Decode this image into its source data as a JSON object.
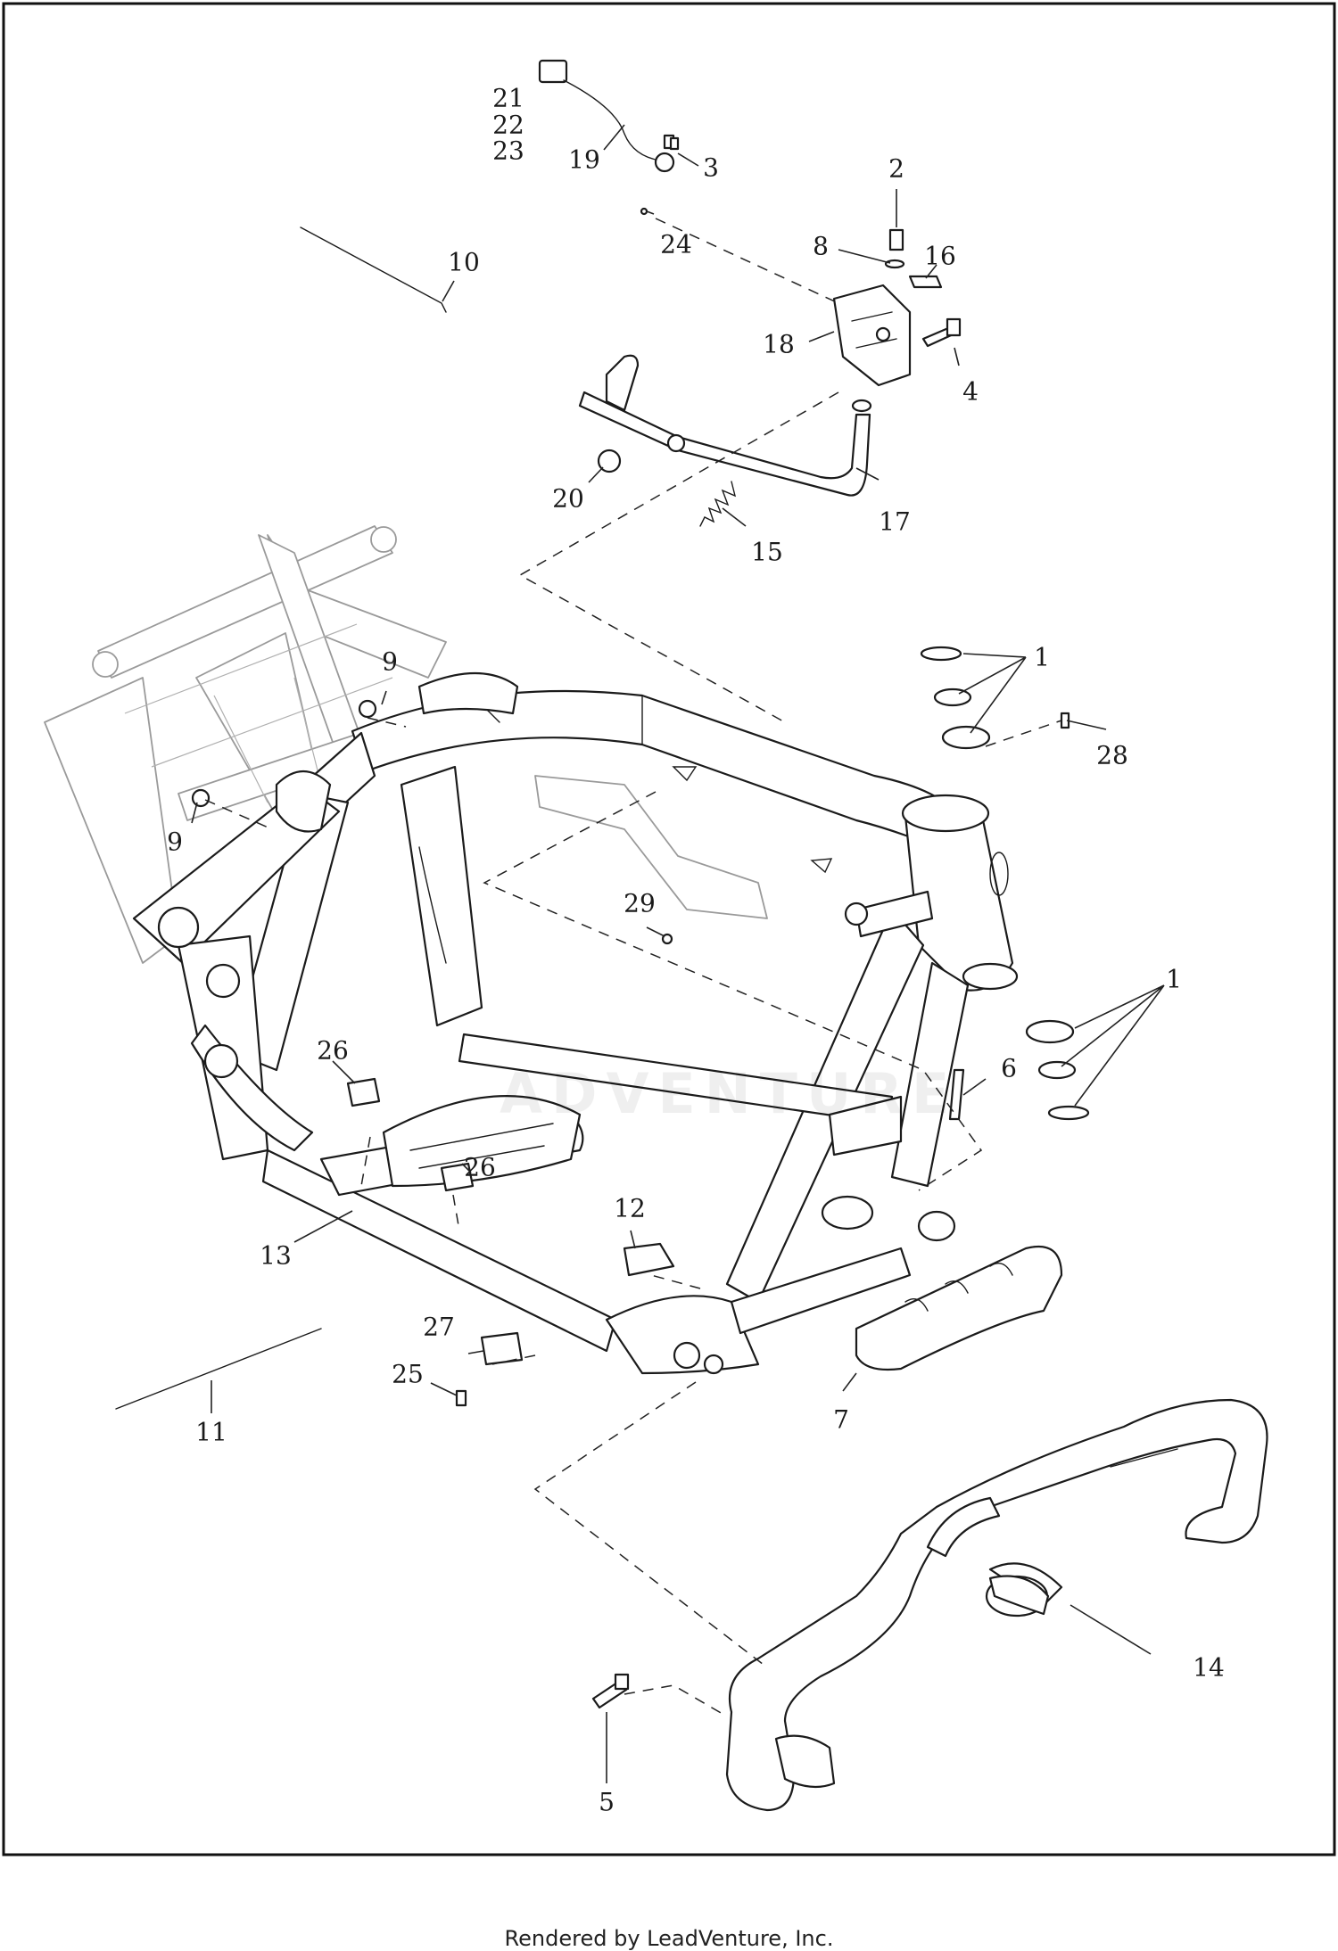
{
  "callouts": [
    {
      "id": "1a",
      "text": "1"
    },
    {
      "id": "1b",
      "text": "1"
    },
    {
      "id": "2",
      "text": "2"
    },
    {
      "id": "3",
      "text": "3"
    },
    {
      "id": "4",
      "text": "4"
    },
    {
      "id": "5",
      "text": "5"
    },
    {
      "id": "6",
      "text": "6"
    },
    {
      "id": "7",
      "text": "7"
    },
    {
      "id": "8",
      "text": "8"
    },
    {
      "id": "9a",
      "text": "9"
    },
    {
      "id": "9b",
      "text": "9"
    },
    {
      "id": "10",
      "text": "10"
    },
    {
      "id": "11",
      "text": "11"
    },
    {
      "id": "12",
      "text": "12"
    },
    {
      "id": "13",
      "text": "13"
    },
    {
      "id": "14",
      "text": "14"
    },
    {
      "id": "15",
      "text": "15"
    },
    {
      "id": "16",
      "text": "16"
    },
    {
      "id": "17",
      "text": "17"
    },
    {
      "id": "18",
      "text": "18"
    },
    {
      "id": "19",
      "text": "19"
    },
    {
      "id": "20",
      "text": "20"
    },
    {
      "id": "21",
      "text": "21"
    },
    {
      "id": "22",
      "text": "22"
    },
    {
      "id": "23",
      "text": "23"
    },
    {
      "id": "24",
      "text": "24"
    },
    {
      "id": "25",
      "text": "25"
    },
    {
      "id": "26a",
      "text": "26"
    },
    {
      "id": "26b",
      "text": "26"
    },
    {
      "id": "27",
      "text": "27"
    },
    {
      "id": "28",
      "text": "28"
    },
    {
      "id": "29",
      "text": "29"
    }
  ],
  "watermark": "ADVENTURE",
  "footer": "Rendered by LeadVenture, Inc."
}
